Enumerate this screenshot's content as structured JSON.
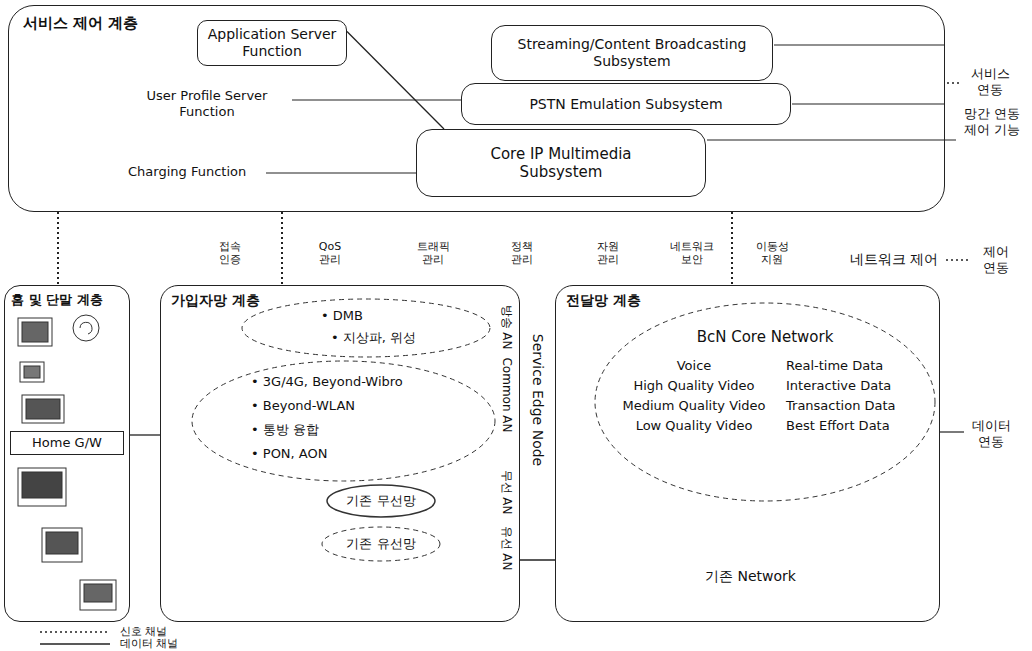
{
  "diagram": {
    "nodes": [
      {
        "text": [
          "서비스 제어 계층"
        ]
      },
      {
        "text": [
          "Application Server Function"
        ],
        "in": 0
      },
      {
        "text": [
          "Streaming/Content Broadcasting Subsystem"
        ],
        "in": 0
      },
      {
        "text": [
          "PSTN Emulation Subsystem"
        ],
        "in": 0
      },
      {
        "text": [
          "Core IP Multimedia Subsystem"
        ],
        "in": 0
      },
      {
        "text": [
          "홈 및 단말 계층"
        ]
      },
      {
        "text": [
          "Home G/W"
        ],
        "in": 5
      },
      {
        "text": [
          "가입자망 계층"
        ]
      },
      {
        "text": [
          "• DMB",
          "• 지상파, 위성"
        ],
        "in": 7
      },
      {
        "text": [
          "• 3G/4G, Beyond-Wibro",
          "• Beyond-WLAN",
          "• 통방 융합",
          "• PON, AON"
        ],
        "in": 7
      },
      {
        "text": [
          "기존 무선망"
        ],
        "in": 7
      },
      {
        "text": [
          "기존 유선망"
        ],
        "in": 7
      },
      {
        "text": [
          "전달망 계층"
        ]
      },
      {
        "text": [
          "BcN Core Network",
          "Voice",
          "High Quality Video",
          "Medium Quality Video",
          "Low Quality Video",
          "Real-time Data",
          "Interactive Data",
          "Transaction Data",
          "Best Effort Data"
        ],
        "in": 12
      }
    ],
    "edges": [
      {
        "from": 1,
        "to": 4,
        "arrow": "none"
      },
      {
        "from": 0,
        "to": 5,
        "arrow": "none"
      },
      {
        "from": 0,
        "to": 7,
        "arrow": "none"
      },
      {
        "from": 0,
        "to": 12,
        "arrow": "none"
      },
      {
        "from": 5,
        "to": 7,
        "arrow": "none"
      },
      {
        "from": 7,
        "to": 12,
        "arrow": "none"
      }
    ],
    "labels": [
      "User Profile Server Function",
      "Charging Function",
      "서비스 연동",
      "망간 연동 제어 기능",
      "접속 인증",
      "QoS 관리",
      "트래픽 관리",
      "정책 관리",
      "자원 관리",
      "네트워크 보안",
      "이동성 지원",
      "네트워크 제어",
      "제어 연동",
      "방송 AN",
      "Common AN",
      "무선 AN",
      "유선 AN",
      "Service Edge Node",
      "기존 Network",
      "데이터 연동"
    ],
    "legend": [
      {
        "text": "신호 채널"
      },
      {
        "text": "데이터 채널"
      }
    ]
  }
}
